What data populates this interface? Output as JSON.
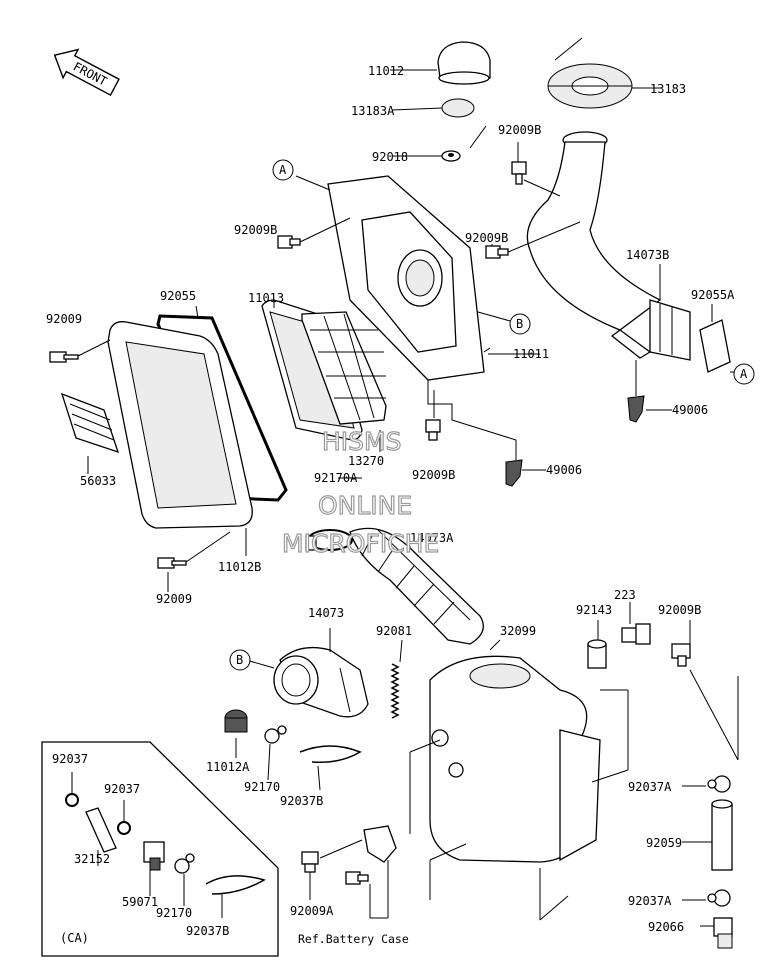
{
  "orientation": {
    "front_label": "FRONT"
  },
  "watermark": {
    "lines": [
      "HISMS",
      "ONLINE",
      "MICROFICHE"
    ]
  },
  "callouts": {
    "a": "A",
    "b": "B"
  },
  "parts": {
    "p11012": "11012",
    "p13183a": "13183A",
    "p92018": "92018",
    "p13183": "13183",
    "p92009b_duct": "92009B",
    "p92009b_box": "92009B",
    "p92009b_mid": "92009B",
    "p14073b": "14073B",
    "p92055a": "92055A",
    "p92055": "92055",
    "p11013": "11013",
    "p92009_top": "92009",
    "p11011": "11011",
    "p49006_a": "49006",
    "p49006_b": "49006",
    "p13270": "13270",
    "p92170a": "92170A",
    "p92009b_low": "92009B",
    "p56033": "56033",
    "p14073a": "14073A",
    "p11012b": "11012B",
    "p92009_bot": "92009",
    "p14073": "14073",
    "p92081": "92081",
    "p32099": "32099",
    "p92143": "92143",
    "p223": "223",
    "p92009b_tank": "92009B",
    "p11012a": "11012A",
    "p92170": "92170",
    "p92037b": "92037B",
    "p92037a_top": "92037A",
    "p92059": "92059",
    "p92037a_bot": "92037A",
    "p92066": "92066",
    "p92009a": "92009A",
    "ref_battery": "Ref.Battery Case"
  },
  "inset": {
    "tag": "(CA)",
    "p92037_left": "92037",
    "p92037_right": "92037",
    "p32152": "32152",
    "p59071": "59071",
    "p92170": "92170",
    "p92037b": "92037B"
  }
}
